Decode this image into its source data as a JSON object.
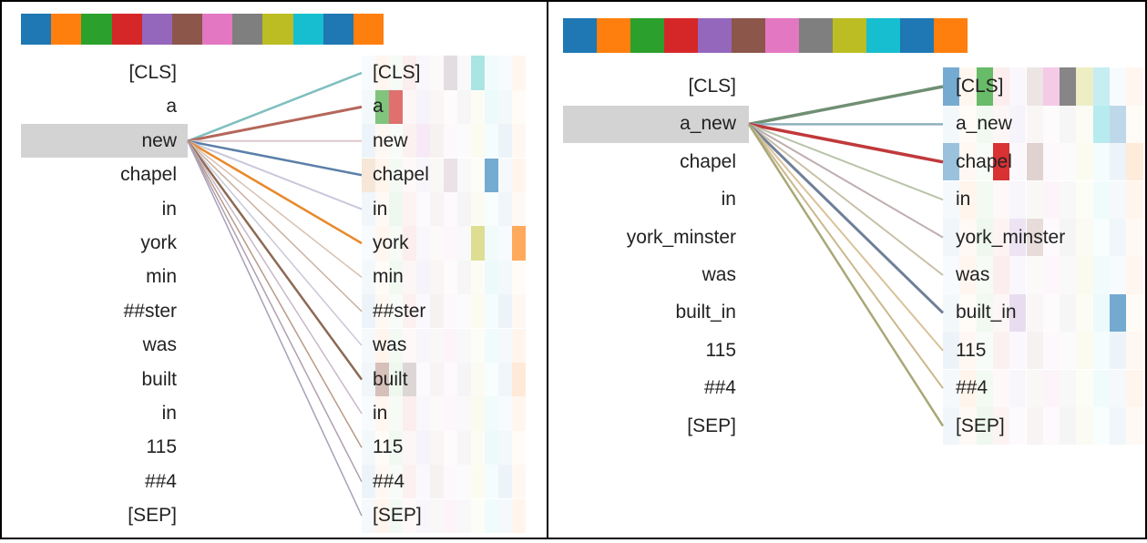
{
  "palette": [
    "#1f77b4",
    "#ff7f0e",
    "#2ca02c",
    "#d62728",
    "#9467bd",
    "#8c564b",
    "#e377c2",
    "#7f7f7f",
    "#bcbd22",
    "#17becf",
    "#1f77b4",
    "#ff7f0e"
  ],
  "left_panel": {
    "tokens": [
      "[CLS]",
      "a",
      "new",
      "chapel",
      "in",
      "york",
      "min",
      "##ster",
      "was",
      "built",
      "in",
      "115",
      "##4",
      "[SEP]"
    ],
    "selected_index": 2,
    "lines": [
      {
        "color": "#7fbfbf",
        "w": 2.5
      },
      {
        "color": "#b5675a",
        "w": 3
      },
      {
        "color": "#dcc8cc",
        "w": 2
      },
      {
        "color": "#5b7fa8",
        "w": 2.5
      },
      {
        "color": "#c8c8dc",
        "w": 2
      },
      {
        "color": "#e8892b",
        "w": 2.5
      },
      {
        "color": "#d8c0b0",
        "w": 1.5
      },
      {
        "color": "#c9b0a0",
        "w": 1.5
      },
      {
        "color": "#c8c8d8",
        "w": 1.5
      },
      {
        "color": "#8c6a55",
        "w": 2.5
      },
      {
        "color": "#c8b8c8",
        "w": 1.5
      },
      {
        "color": "#b89a88",
        "w": 1.5
      },
      {
        "color": "#b0a0b0",
        "w": 1.5
      },
      {
        "color": "#a8a0b8",
        "w": 1.5
      }
    ],
    "cells": [
      [
        0,
        6,
        "#7f7f7f",
        0.2
      ],
      [
        0,
        8,
        "#17becf",
        0.35
      ],
      [
        1,
        1,
        "#2ca02c",
        0.6
      ],
      [
        1,
        2,
        "#d62728",
        0.65
      ],
      [
        3,
        6,
        "#7f7f7f",
        0.15
      ],
      [
        3,
        9,
        "#1f77b4",
        0.6
      ],
      [
        5,
        8,
        "#bcbd22",
        0.45
      ],
      [
        5,
        11,
        "#ff7f0e",
        0.65
      ],
      [
        9,
        1,
        "#8c564b",
        0.35
      ],
      [
        9,
        3,
        "#7f7f7f",
        0.25
      ],
      [
        9,
        11,
        "#ff7f0e",
        0.12
      ],
      [
        3,
        0,
        "#ff7f0e",
        0.15
      ],
      [
        2,
        4,
        "#e377c2",
        0.1
      ]
    ]
  },
  "right_panel": {
    "tokens": [
      "[CLS]",
      "a_new",
      "chapel",
      "in",
      "york_minster",
      "was",
      "built_in",
      "115",
      "##4",
      "[SEP]"
    ],
    "selected_index": 1,
    "lines": [
      {
        "color": "#6f8f72",
        "w": 3.5
      },
      {
        "color": "#8fb0bf",
        "w": 2.5
      },
      {
        "color": "#c0393b",
        "w": 3.5
      },
      {
        "color": "#b8c4a8",
        "w": 2
      },
      {
        "color": "#bfaeb0",
        "w": 2
      },
      {
        "color": "#c8c0a8",
        "w": 2
      },
      {
        "color": "#6f7f98",
        "w": 3
      },
      {
        "color": "#d9c39a",
        "w": 2
      },
      {
        "color": "#cbb88e",
        "w": 2
      },
      {
        "color": "#a8a878",
        "w": 2.5
      }
    ],
    "cells": [
      [
        0,
        0,
        "#1f77b4",
        0.6
      ],
      [
        0,
        2,
        "#2ca02c",
        0.7
      ],
      [
        0,
        5,
        "#8c564b",
        0.12
      ],
      [
        0,
        6,
        "#e377c2",
        0.35
      ],
      [
        0,
        7,
        "#7f7f7f",
        0.95
      ],
      [
        0,
        8,
        "#bcbd22",
        0.2
      ],
      [
        0,
        9,
        "#17becf",
        0.2
      ],
      [
        1,
        9,
        "#17becf",
        0.25
      ],
      [
        1,
        10,
        "#1f77b4",
        0.25
      ],
      [
        2,
        0,
        "#1f77b4",
        0.4
      ],
      [
        2,
        3,
        "#d62728",
        0.95
      ],
      [
        2,
        5,
        "#8c564b",
        0.2
      ],
      [
        4,
        4,
        "#9467bd",
        0.15
      ],
      [
        4,
        5,
        "#8c564b",
        0.15
      ],
      [
        6,
        4,
        "#9467bd",
        0.15
      ],
      [
        6,
        10,
        "#1f77b4",
        0.6
      ],
      [
        2,
        11,
        "#ff7f0e",
        0.1
      ]
    ]
  }
}
